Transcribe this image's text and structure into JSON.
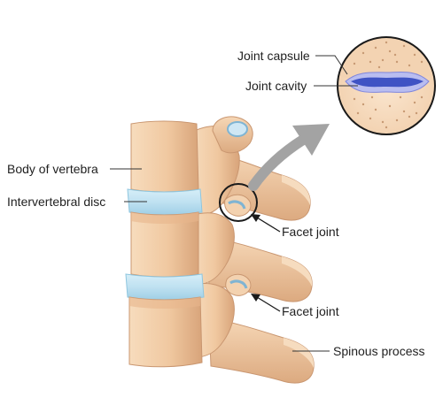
{
  "labels": {
    "joint_capsule": "Joint capsule",
    "joint_cavity": "Joint cavity",
    "body_of_vertebra": "Body of vertebra",
    "intervertebral_disc": "Intervertebral disc",
    "facet_joint_upper": "Facet joint",
    "facet_joint_lower": "Facet joint",
    "spinous_process": "Spinous process"
  },
  "colors": {
    "bone": "#f1c9a2",
    "bone_shadow": "#d9a57c",
    "disc": "#bfe1f1",
    "disc_edge": "#8ec6df",
    "cavity": "#3f53c4",
    "arrow": "#9a9a9a",
    "leader": "#333333"
  }
}
